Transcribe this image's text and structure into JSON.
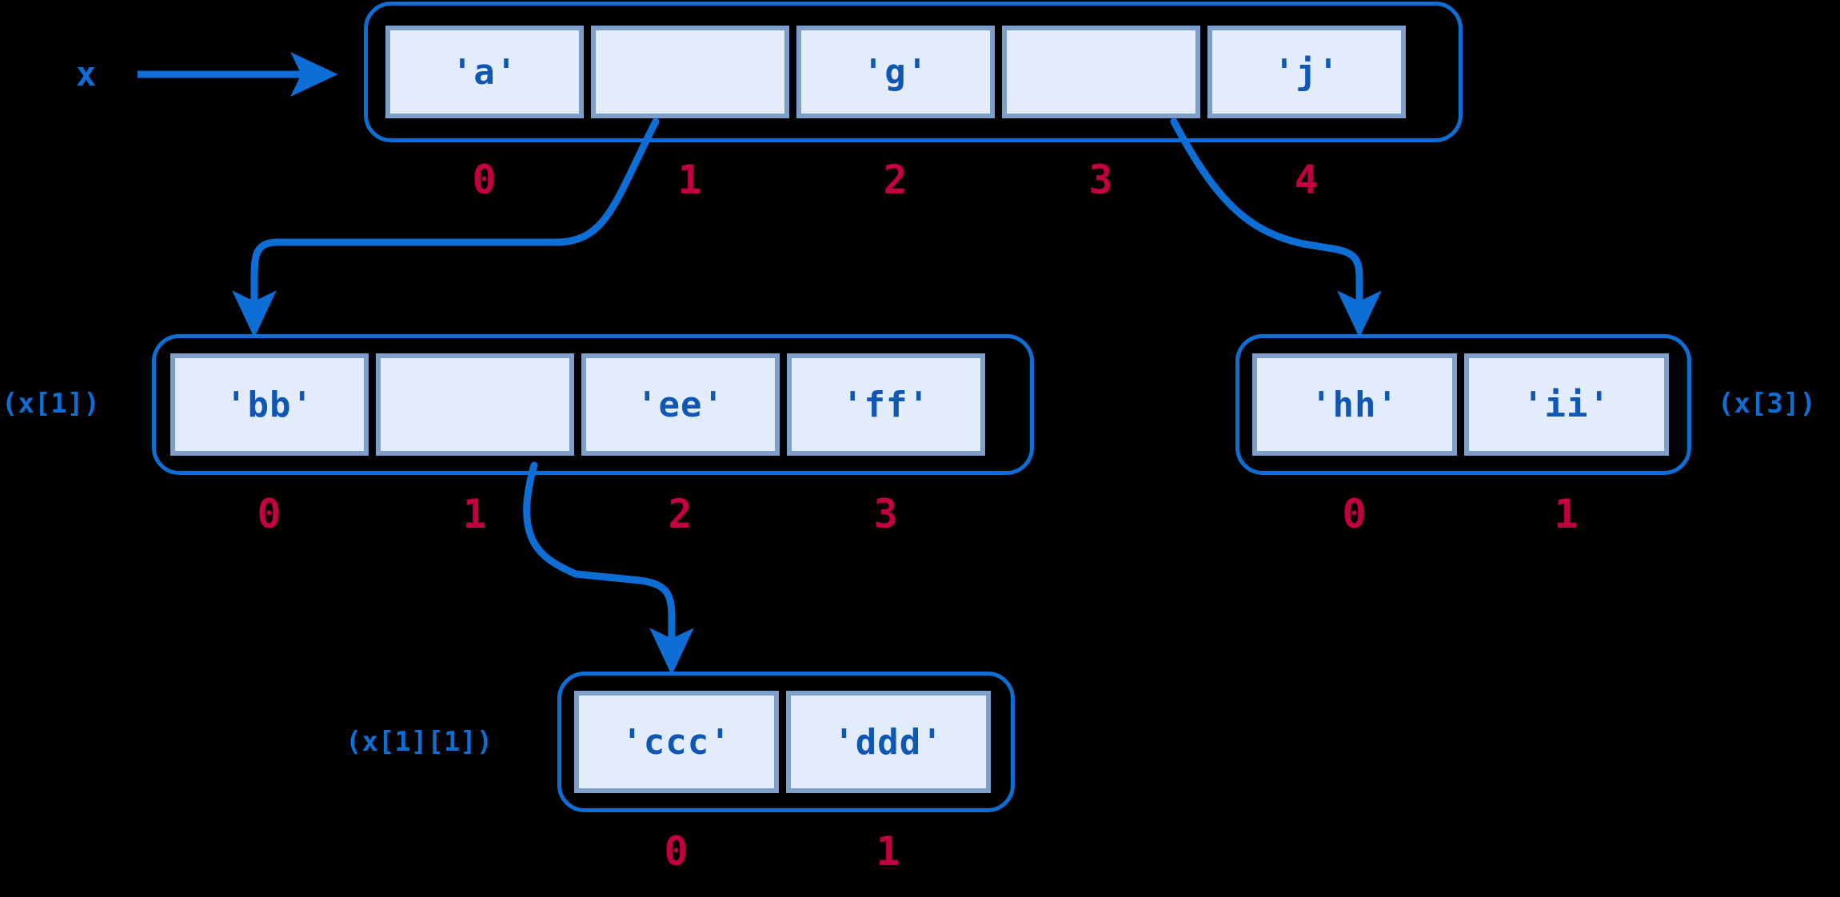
{
  "diagram": {
    "title": "nested-list-reference-diagram",
    "root_variable": "x",
    "colors": {
      "background": "#000000",
      "arrow": "#0d6fd6",
      "cell_fill": "#e3ecfa",
      "cell_border": "#7e9fc9",
      "cell_text": "#0f57b3",
      "index_text": "#c2003f",
      "container_border": "#0d6fd6",
      "label_text": "#0d6fd6"
    }
  },
  "lists": {
    "top": {
      "name": "x",
      "annotation": "",
      "cells": [
        {
          "value": "'a'",
          "empty": false
        },
        {
          "value": "",
          "empty": true
        },
        {
          "value": "'g'",
          "empty": false
        },
        {
          "value": "",
          "empty": true
        },
        {
          "value": "'j'",
          "empty": false
        }
      ],
      "indices": [
        "0",
        "1",
        "2",
        "3",
        "4"
      ]
    },
    "left": {
      "name": "x[1]",
      "annotation": "(x[1])",
      "cells": [
        {
          "value": "'bb'",
          "empty": false
        },
        {
          "value": "",
          "empty": true
        },
        {
          "value": "'ee'",
          "empty": false
        },
        {
          "value": "'ff'",
          "empty": false
        }
      ],
      "indices": [
        "0",
        "1",
        "2",
        "3"
      ]
    },
    "right": {
      "name": "x[3]",
      "annotation": "(x[3])",
      "cells": [
        {
          "value": "'hh'",
          "empty": false
        },
        {
          "value": "'ii'",
          "empty": false
        }
      ],
      "indices": [
        "0",
        "1"
      ]
    },
    "bottom": {
      "name": "x[1][1]",
      "annotation": "(x[1][1])",
      "cells": [
        {
          "value": "'ccc'",
          "empty": false
        },
        {
          "value": "'ddd'",
          "empty": false
        }
      ],
      "indices": [
        "0",
        "1"
      ]
    }
  },
  "arrows": [
    {
      "name": "x-to-top-list",
      "from": "variable x",
      "to": "top list"
    },
    {
      "name": "top-1-to-left-list",
      "from": "x[1] cell",
      "to": "left list"
    },
    {
      "name": "top-3-to-right-list",
      "from": "x[3] cell",
      "to": "right list"
    },
    {
      "name": "left-1-to-bottom-list",
      "from": "x[1][1] cell",
      "to": "bottom list"
    }
  ]
}
